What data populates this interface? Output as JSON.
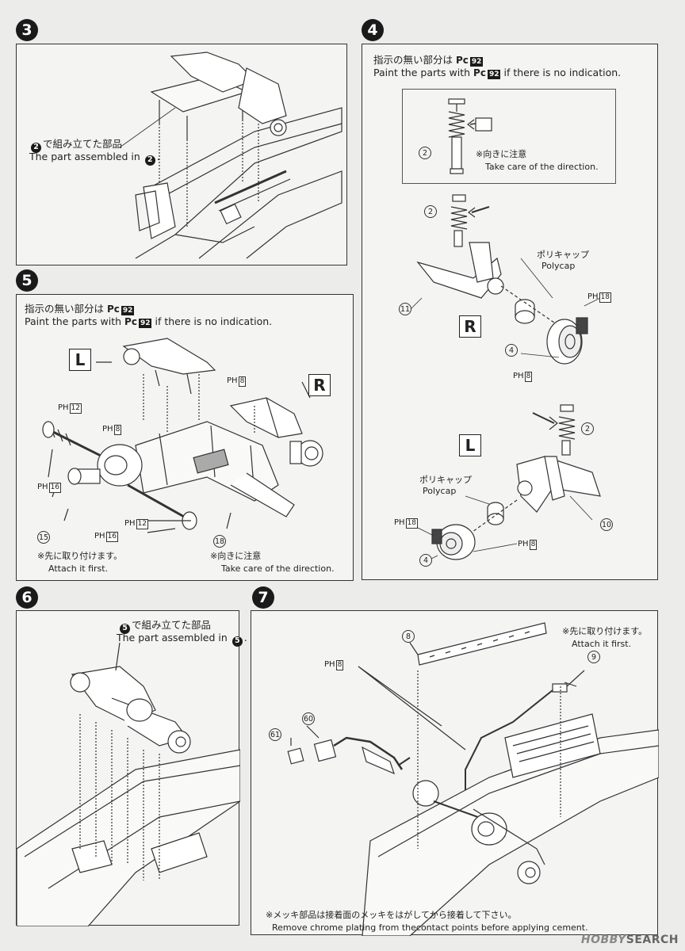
{
  "steps": {
    "s3": "3",
    "s4": "4",
    "s5": "5",
    "s6": "6",
    "s7": "7"
  },
  "panel3": {
    "jp_line": "で組み立てた部品",
    "en_line": "The part assembled in",
    "ref_step": "2"
  },
  "panel4": {
    "note_jp": "指示の無い部分は",
    "note_en": "Paint the parts with",
    "note_en_tail": "if there is no indication.",
    "paint_code": "92",
    "paint_prefix": "Pc",
    "detail_jp": "※向きに注意",
    "detail_en": "Take care of the direction.",
    "polycap_jp": "ポリキャップ",
    "polycap_en": "Polycap",
    "side_r": "R",
    "side_l": "L",
    "part_2": "2",
    "part_4": "4",
    "part_10": "10",
    "part_11": "11",
    "ph_prefix": "PH",
    "ph_8": "8",
    "ph_18": "18"
  },
  "panel5": {
    "note_jp": "指示の無い部分は",
    "note_en": "Paint the parts with",
    "note_en_tail": "if there is no indication.",
    "paint_code": "92",
    "paint_prefix": "Pc",
    "side_l": "L",
    "side_r": "R",
    "ph_prefix": "PH",
    "ph_8": "8",
    "ph_12": "12",
    "ph_16": "16",
    "part_15": "15",
    "part_18": "18",
    "first_jp": "※先に取り付けます。",
    "first_en": "Attach it first.",
    "dir_jp": "※向きに注意",
    "dir_en": "Take care of the direction."
  },
  "panel6": {
    "jp_line": "で組み立てた部品",
    "en_line": "The part assembled in",
    "ref_step": "5"
  },
  "panel7": {
    "part_8": "8",
    "part_9": "9",
    "part_60": "60",
    "part_61": "61",
    "ph_prefix": "PH",
    "ph_8": "8",
    "first_jp": "※先に取り付けます。",
    "first_en": "Attach it first.",
    "chrome_jp": "※メッキ部品は接着面のメッキをはがしてから接着して下さい。",
    "chrome_en": "Remove chrome plating from thecontact points before applying cement."
  },
  "watermark": {
    "brand": "HOBBY",
    "brand_tail": "SEARCH"
  }
}
